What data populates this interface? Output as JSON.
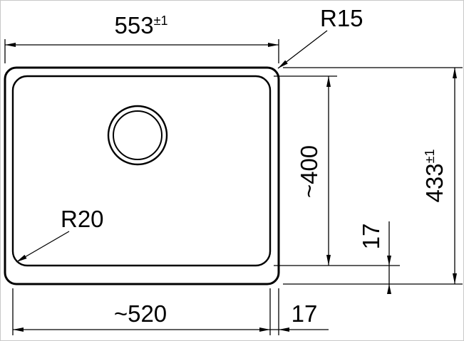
{
  "colors": {
    "line": "#000000",
    "background": "#ffffff"
  },
  "dimensions": {
    "overall_width": {
      "value": "553",
      "tolerance": "±1"
    },
    "overall_height": {
      "value": "433",
      "tolerance": "±1"
    },
    "bowl_width": {
      "value": "~520"
    },
    "bowl_depth": {
      "value": "~400"
    },
    "rim_right": {
      "value": "17"
    },
    "rim_bottom": {
      "value": "17"
    }
  },
  "labels": {
    "radius_outer": "R15",
    "radius_inner": "R20"
  }
}
